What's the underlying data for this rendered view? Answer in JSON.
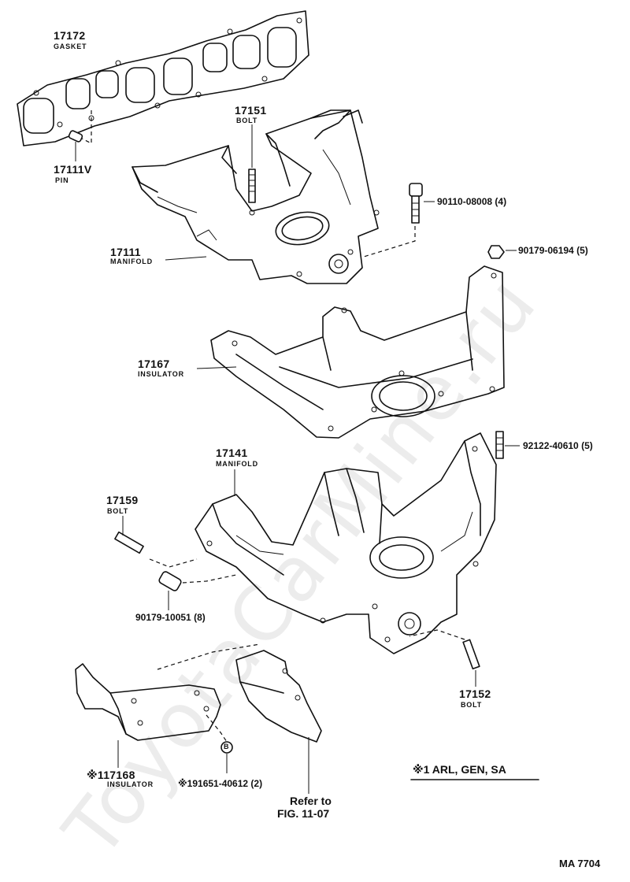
{
  "watermark": "ToyotaCarMine.ru",
  "figure_code": "MA 7704",
  "applicability_note": "※1 ARL, GEN, SA",
  "reference": {
    "line1": "Refer to",
    "line2": "FIG. 11-07"
  },
  "parts": [
    {
      "number": "17172",
      "name": "GASKET"
    },
    {
      "number": "17111V",
      "name": "PIN"
    },
    {
      "number": "17151",
      "name": "BOLT"
    },
    {
      "number": "17111",
      "name": "MANIFOLD"
    },
    {
      "number": "17167",
      "name": "INSULATOR"
    },
    {
      "number": "17141",
      "name": "MANIFOLD"
    },
    {
      "number": "17159",
      "name": "BOLT"
    },
    {
      "number": "17152",
      "name": "BOLT"
    },
    {
      "number": "※117168",
      "name": "INSULATOR"
    }
  ],
  "fasteners": [
    {
      "label": "90110-08008 (4)"
    },
    {
      "label": "90179-06194 (5)"
    },
    {
      "label": "92122-40610 (5)"
    },
    {
      "label": "90179-10051 (8)"
    },
    {
      "label": "※191651-40612 (2)"
    }
  ],
  "circle_mark": "B"
}
